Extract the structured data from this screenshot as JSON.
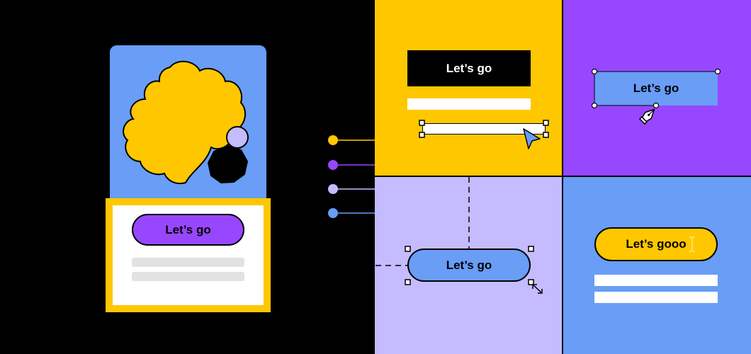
{
  "colors": {
    "background": "#000000",
    "blue": "#699DF6",
    "yellow": "#FFC700",
    "purple": "#9747FF",
    "lavender": "#C5BBFF",
    "white": "#FFFFFF",
    "gray": "#E2E2E2"
  },
  "card": {
    "button_label": "Let’s go",
    "illustration_icon": "abstract-shapes-icon"
  },
  "connector": {
    "dots": [
      "yellow",
      "purple",
      "lavender",
      "blue"
    ]
  },
  "panels": {
    "top_left": {
      "button_label": "Let’s go",
      "cursor_icon": "pointer-cursor-icon"
    },
    "top_right": {
      "button_label": "Let’s go",
      "pen_icon": "pen-tool-icon"
    },
    "bottom_left": {
      "button_label": "Let’s go",
      "resize_icon": "resize-cursor-icon"
    },
    "bottom_right": {
      "button_label": "Let’s gooo",
      "text_cursor_icon": "text-cursor-icon"
    }
  }
}
